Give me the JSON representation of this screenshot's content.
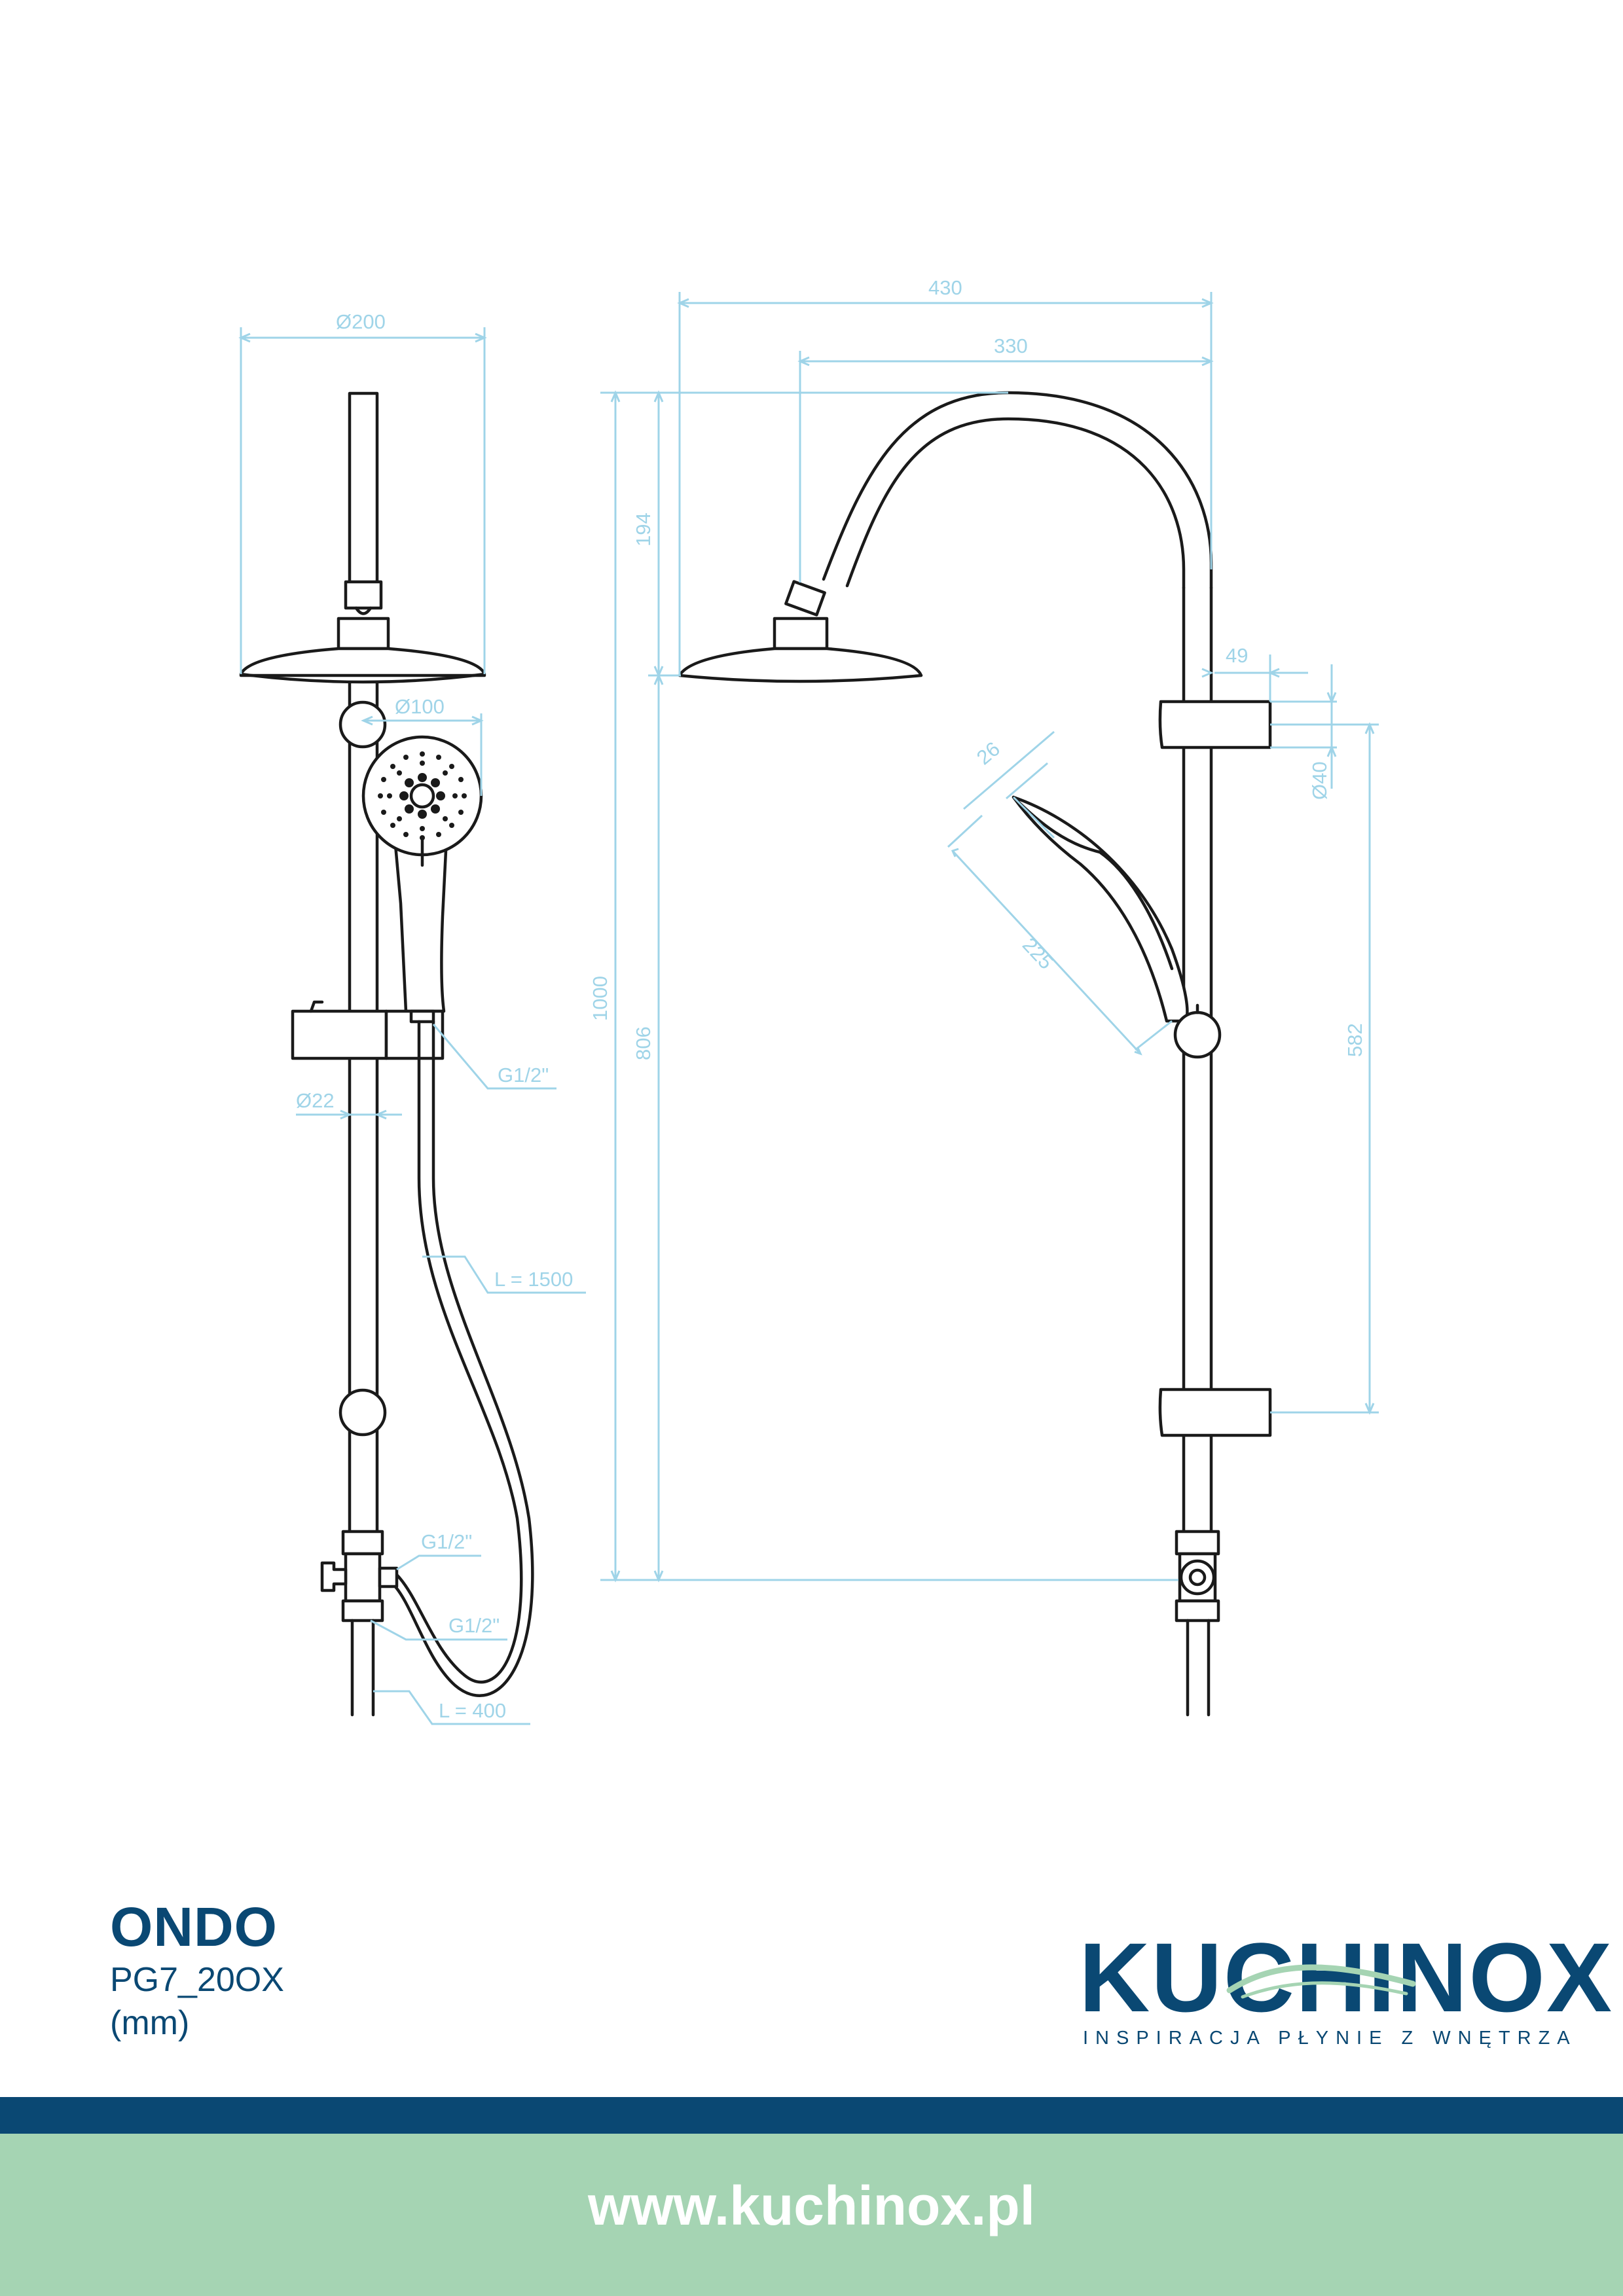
{
  "product": {
    "name": "ONDO",
    "code": "PG7_20OX",
    "unit": "(mm)"
  },
  "brand": {
    "name": "KUCHINOX",
    "tagline": "INSPIRACJA PŁYNIE Z WNĘTRZA"
  },
  "footer": {
    "url": "www.kuchinox.pl"
  },
  "colors": {
    "brand_blue": "#0a4873",
    "footer_green": "#a5d4b3",
    "dimension": "#9fd4e8",
    "line": "#1a1a1a"
  },
  "dimensions": {
    "d200": "Ø200",
    "d100": "Ø100",
    "d22": "Ø22",
    "g_top": "G1/2\"",
    "hose_length": "L = 1500",
    "g_mid": "G1/2\"",
    "g_low": "G1/2\"",
    "pipe_length": "L = 400",
    "w430": "430",
    "w330": "330",
    "h194": "194",
    "h1000": "1000",
    "h806": "806",
    "w49": "49",
    "d40": "Ø40",
    "h582": "582",
    "w26": "26",
    "l225": "225"
  }
}
